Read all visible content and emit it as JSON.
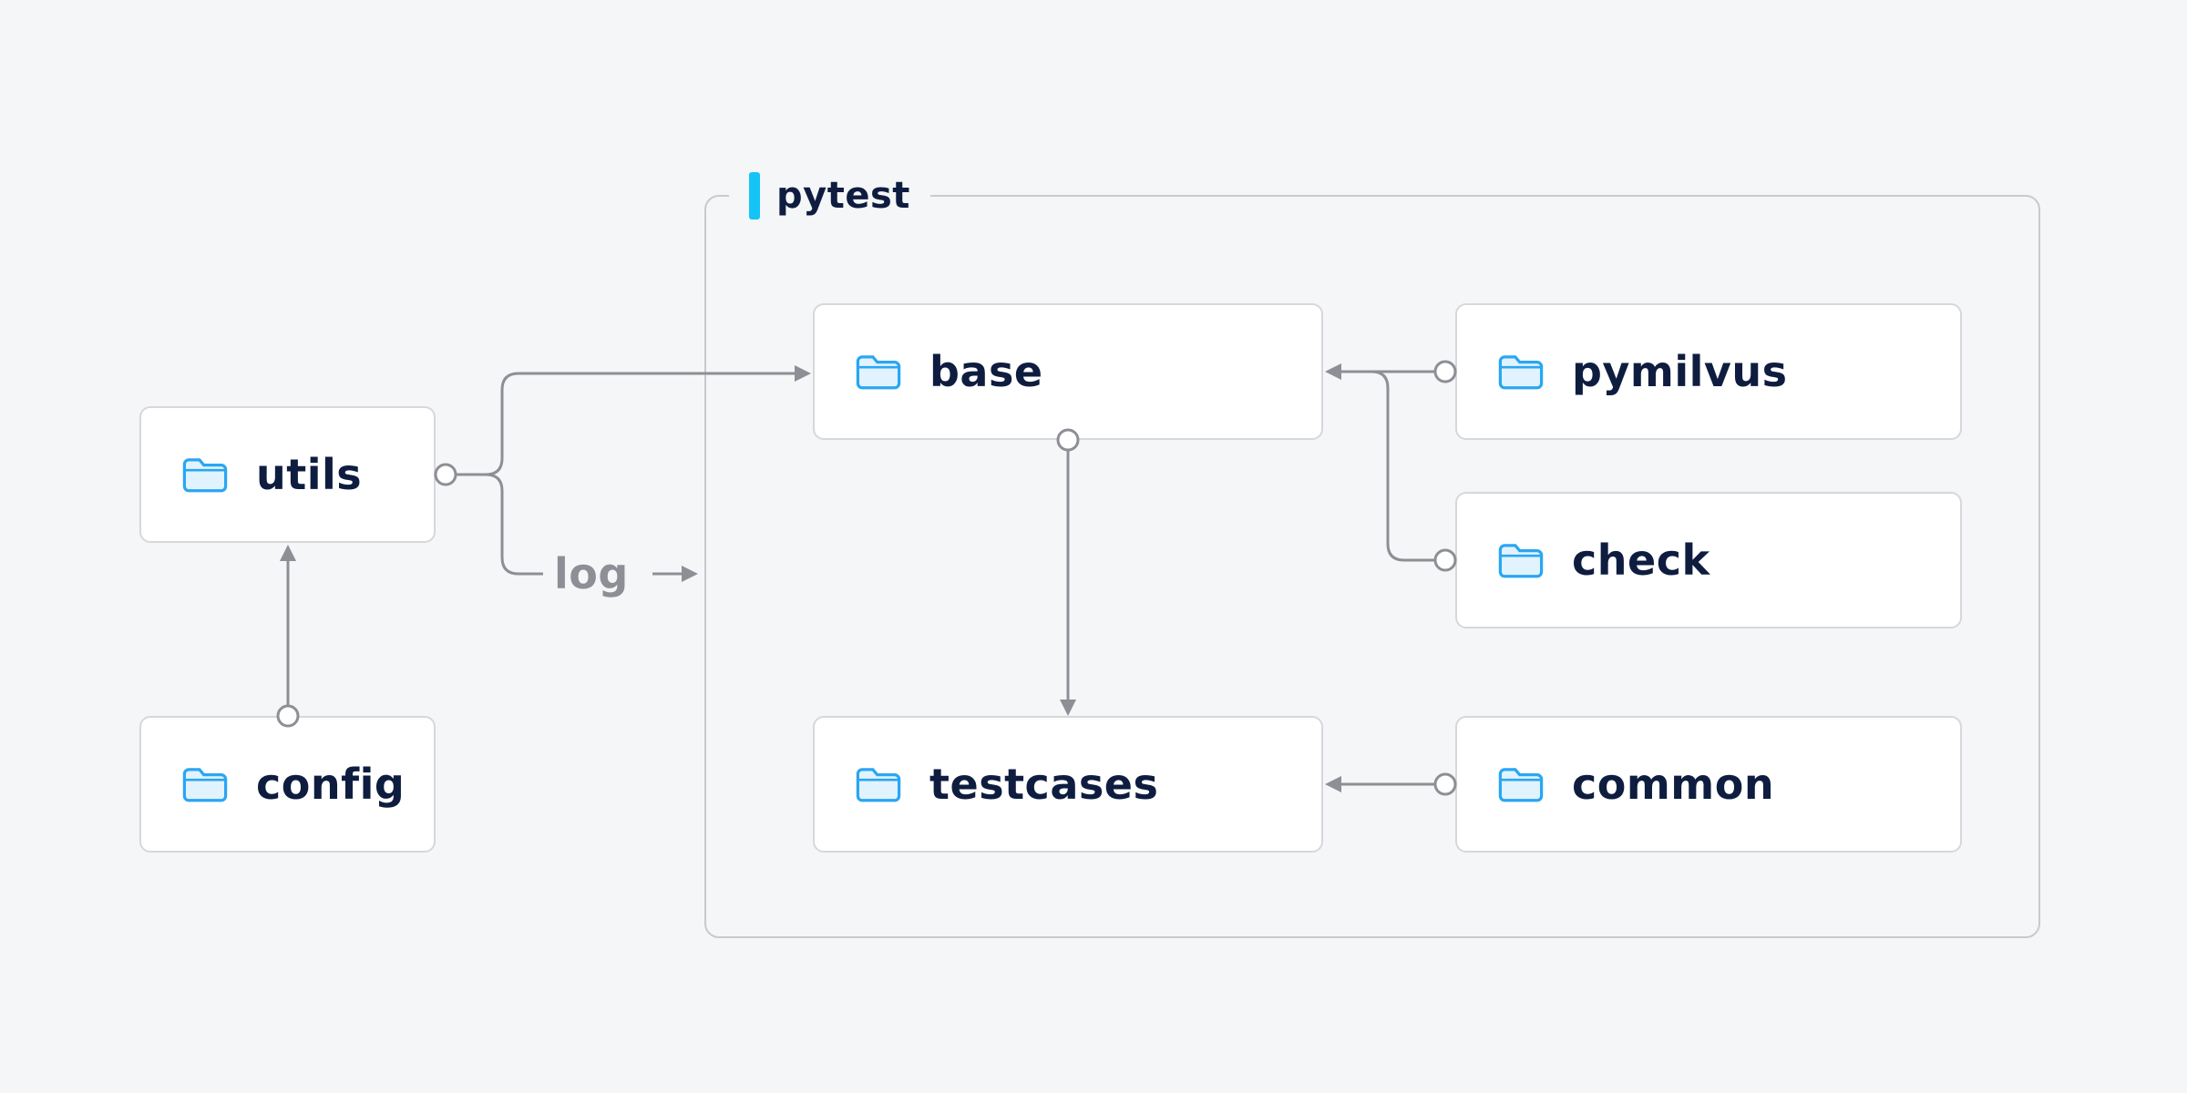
{
  "diagram": {
    "container": {
      "label": "pytest"
    },
    "nodes": {
      "utils": {
        "label": "utils",
        "icon": "folder-icon"
      },
      "config": {
        "label": "config",
        "icon": "folder-icon"
      },
      "base": {
        "label": "base",
        "icon": "folder-icon"
      },
      "pymilvus": {
        "label": "pymilvus",
        "icon": "folder-icon"
      },
      "check": {
        "label": "check",
        "icon": "folder-icon"
      },
      "testcases": {
        "label": "testcases",
        "icon": "folder-icon"
      },
      "common": {
        "label": "common",
        "icon": "folder-icon"
      }
    },
    "edges": [
      {
        "from": "config",
        "to": "utils"
      },
      {
        "from": "utils",
        "to": "base"
      },
      {
        "from": "utils",
        "to": "log",
        "label": "log"
      },
      {
        "from": "pymilvus",
        "to": "base"
      },
      {
        "from": "check",
        "to": "base"
      },
      {
        "from": "base",
        "to": "testcases"
      },
      {
        "from": "common",
        "to": "testcases"
      }
    ],
    "log_label": "log",
    "colors": {
      "background": "#f5f6f7",
      "node_bg": "#ffffff",
      "node_border": "#d7d7dc",
      "container_border": "#c9c9cf",
      "text": "#0e1d3f",
      "line": "#8e8e96",
      "accent_bar": "#14c4f6",
      "folder_blue": "#2aa6f3",
      "folder_fill": "#e1f3fe"
    }
  }
}
